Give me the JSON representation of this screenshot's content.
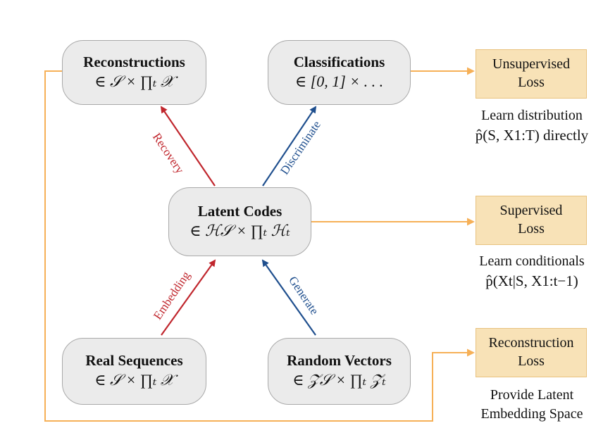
{
  "nodes": {
    "reconstructions": {
      "title": "Reconstructions",
      "set": "∈ 𝒮 × ∏ₜ 𝒳"
    },
    "classifications": {
      "title": "Classifications",
      "set": "∈ [0, 1] × . . ."
    },
    "latent_codes": {
      "title": "Latent Codes",
      "set": "∈ ℋ𝒮 × ∏ₜ ℋₜ"
    },
    "real_sequences": {
      "title": "Real Sequences",
      "set": "∈ 𝒮 × ∏ₜ 𝒳"
    },
    "random_vectors": {
      "title": "Random Vectors",
      "set": "∈ 𝒵𝒮 × ∏ₜ 𝒵ₜ"
    }
  },
  "edges": {
    "recovery": "Recovery",
    "discriminate": "Discriminate",
    "embedding": "Embedding",
    "generate": "Generate"
  },
  "losses": {
    "unsupervised": {
      "line1": "Unsupervised",
      "line2": "Loss"
    },
    "supervised": {
      "line1": "Supervised",
      "line2": "Loss"
    },
    "reconstruction": {
      "line1": "Reconstruction",
      "line2": "Loss"
    }
  },
  "captions": {
    "unsupervised": {
      "line1": "Learn distribution",
      "line2": "p̂(S, X1:T) directly"
    },
    "supervised": {
      "line1": "Learn conditionals",
      "line2": "p̂(Xt|S, X1:t−1)"
    },
    "reconstruction": {
      "line1": "Provide Latent",
      "line2": "Embedding Space"
    }
  },
  "colors": {
    "red_arrow": "#c0262d",
    "blue_arrow": "#1f4f8e",
    "orange_line": "#f6b057",
    "node_fill": "#ebebeb",
    "loss_fill": "#f8e2b7"
  }
}
